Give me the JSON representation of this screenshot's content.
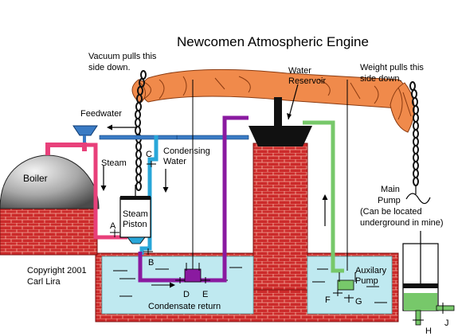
{
  "title": "Newcomen Atmospheric Engine",
  "labels": {
    "vacuum_line1": "Vacuum pulls this",
    "vacuum_line2": "side down.",
    "water_reservoir_line1": "Water",
    "water_reservoir_line2": "Reservoir",
    "weight_line1": "Weight pulls this",
    "weight_line2": "side down.",
    "feedwater": "Feedwater",
    "boiler": "Boiler",
    "steam": "Steam",
    "valve_c": "C",
    "condensing_line1": "Condensing",
    "condensing_line2": "Water",
    "steam_piston_line1": "Steam",
    "steam_piston_line2": "Piston",
    "valve_a": "A",
    "valve_b": "B",
    "valve_d": "D",
    "valve_e": "E",
    "condensate_return": "Condensate return",
    "main_pump_line1": "Main",
    "main_pump_line2": "Pump",
    "main_pump_line3": "(Can be located",
    "main_pump_line4": "underground in mine)",
    "auxiliary_line1": "Auxilary",
    "auxiliary_line2": "Pump",
    "valve_f": "F",
    "valve_g": "G",
    "valve_h": "H",
    "valve_j": "J",
    "copyright_line1": "Copyright 2001",
    "copyright_line2": "Carl Lira"
  },
  "colors": {
    "beam": "#f08a4b",
    "brick": "#cc2a2a",
    "water": "#bfe9f0",
    "steam_pipe": "#e8407a",
    "condensing_pipe": "#29a7d9",
    "return_pipe": "#8a1aa0",
    "feed_pipe": "#3a7bc4",
    "aux_pipe": "#77c86a"
  }
}
